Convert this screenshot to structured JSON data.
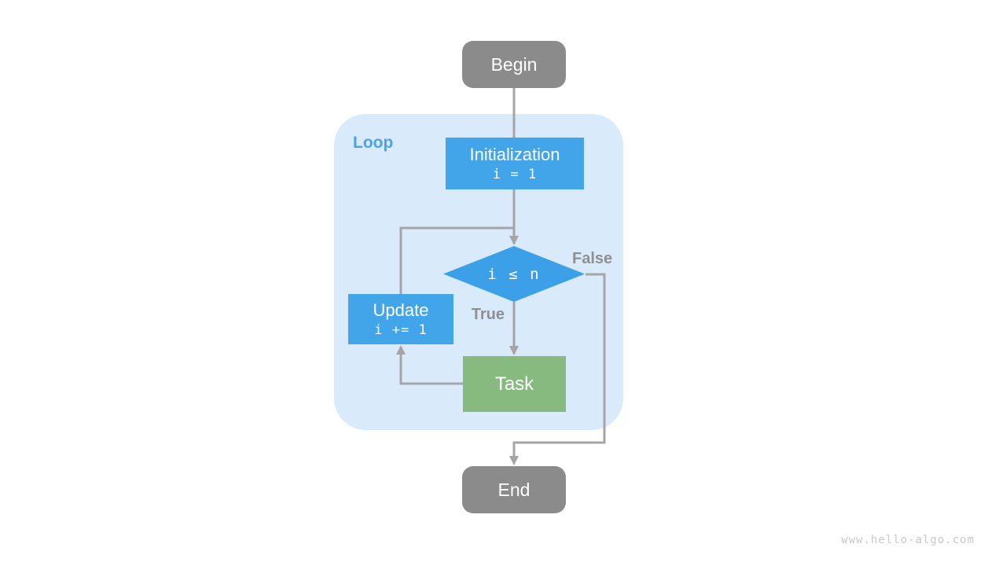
{
  "diagram": {
    "loop_label": "Loop",
    "nodes": {
      "begin": {
        "label": "Begin"
      },
      "initialization": {
        "label": "Initialization",
        "code": "i = 1"
      },
      "condition": {
        "code": "i ≤ n"
      },
      "update": {
        "label": "Update",
        "code": "i += 1"
      },
      "task": {
        "label": "Task"
      },
      "end": {
        "label": "End"
      }
    },
    "edge_labels": {
      "true_branch": "True",
      "false_branch": "False"
    },
    "colors": {
      "process_blue": "#42a4e9",
      "condition_blue": "#3ba0e8",
      "task_green": "#86ba7e",
      "terminal_gray": "#8b8b8b",
      "loop_container_bg": "#d9eafa",
      "arrow_gray": "#a5a5a5",
      "edge_label_gray": "#8f8f8f",
      "loop_label_blue": "#4aa2e8",
      "watermark_gray": "#c9c9c9"
    }
  },
  "page": {
    "watermark": "www.hello-algo.com"
  }
}
